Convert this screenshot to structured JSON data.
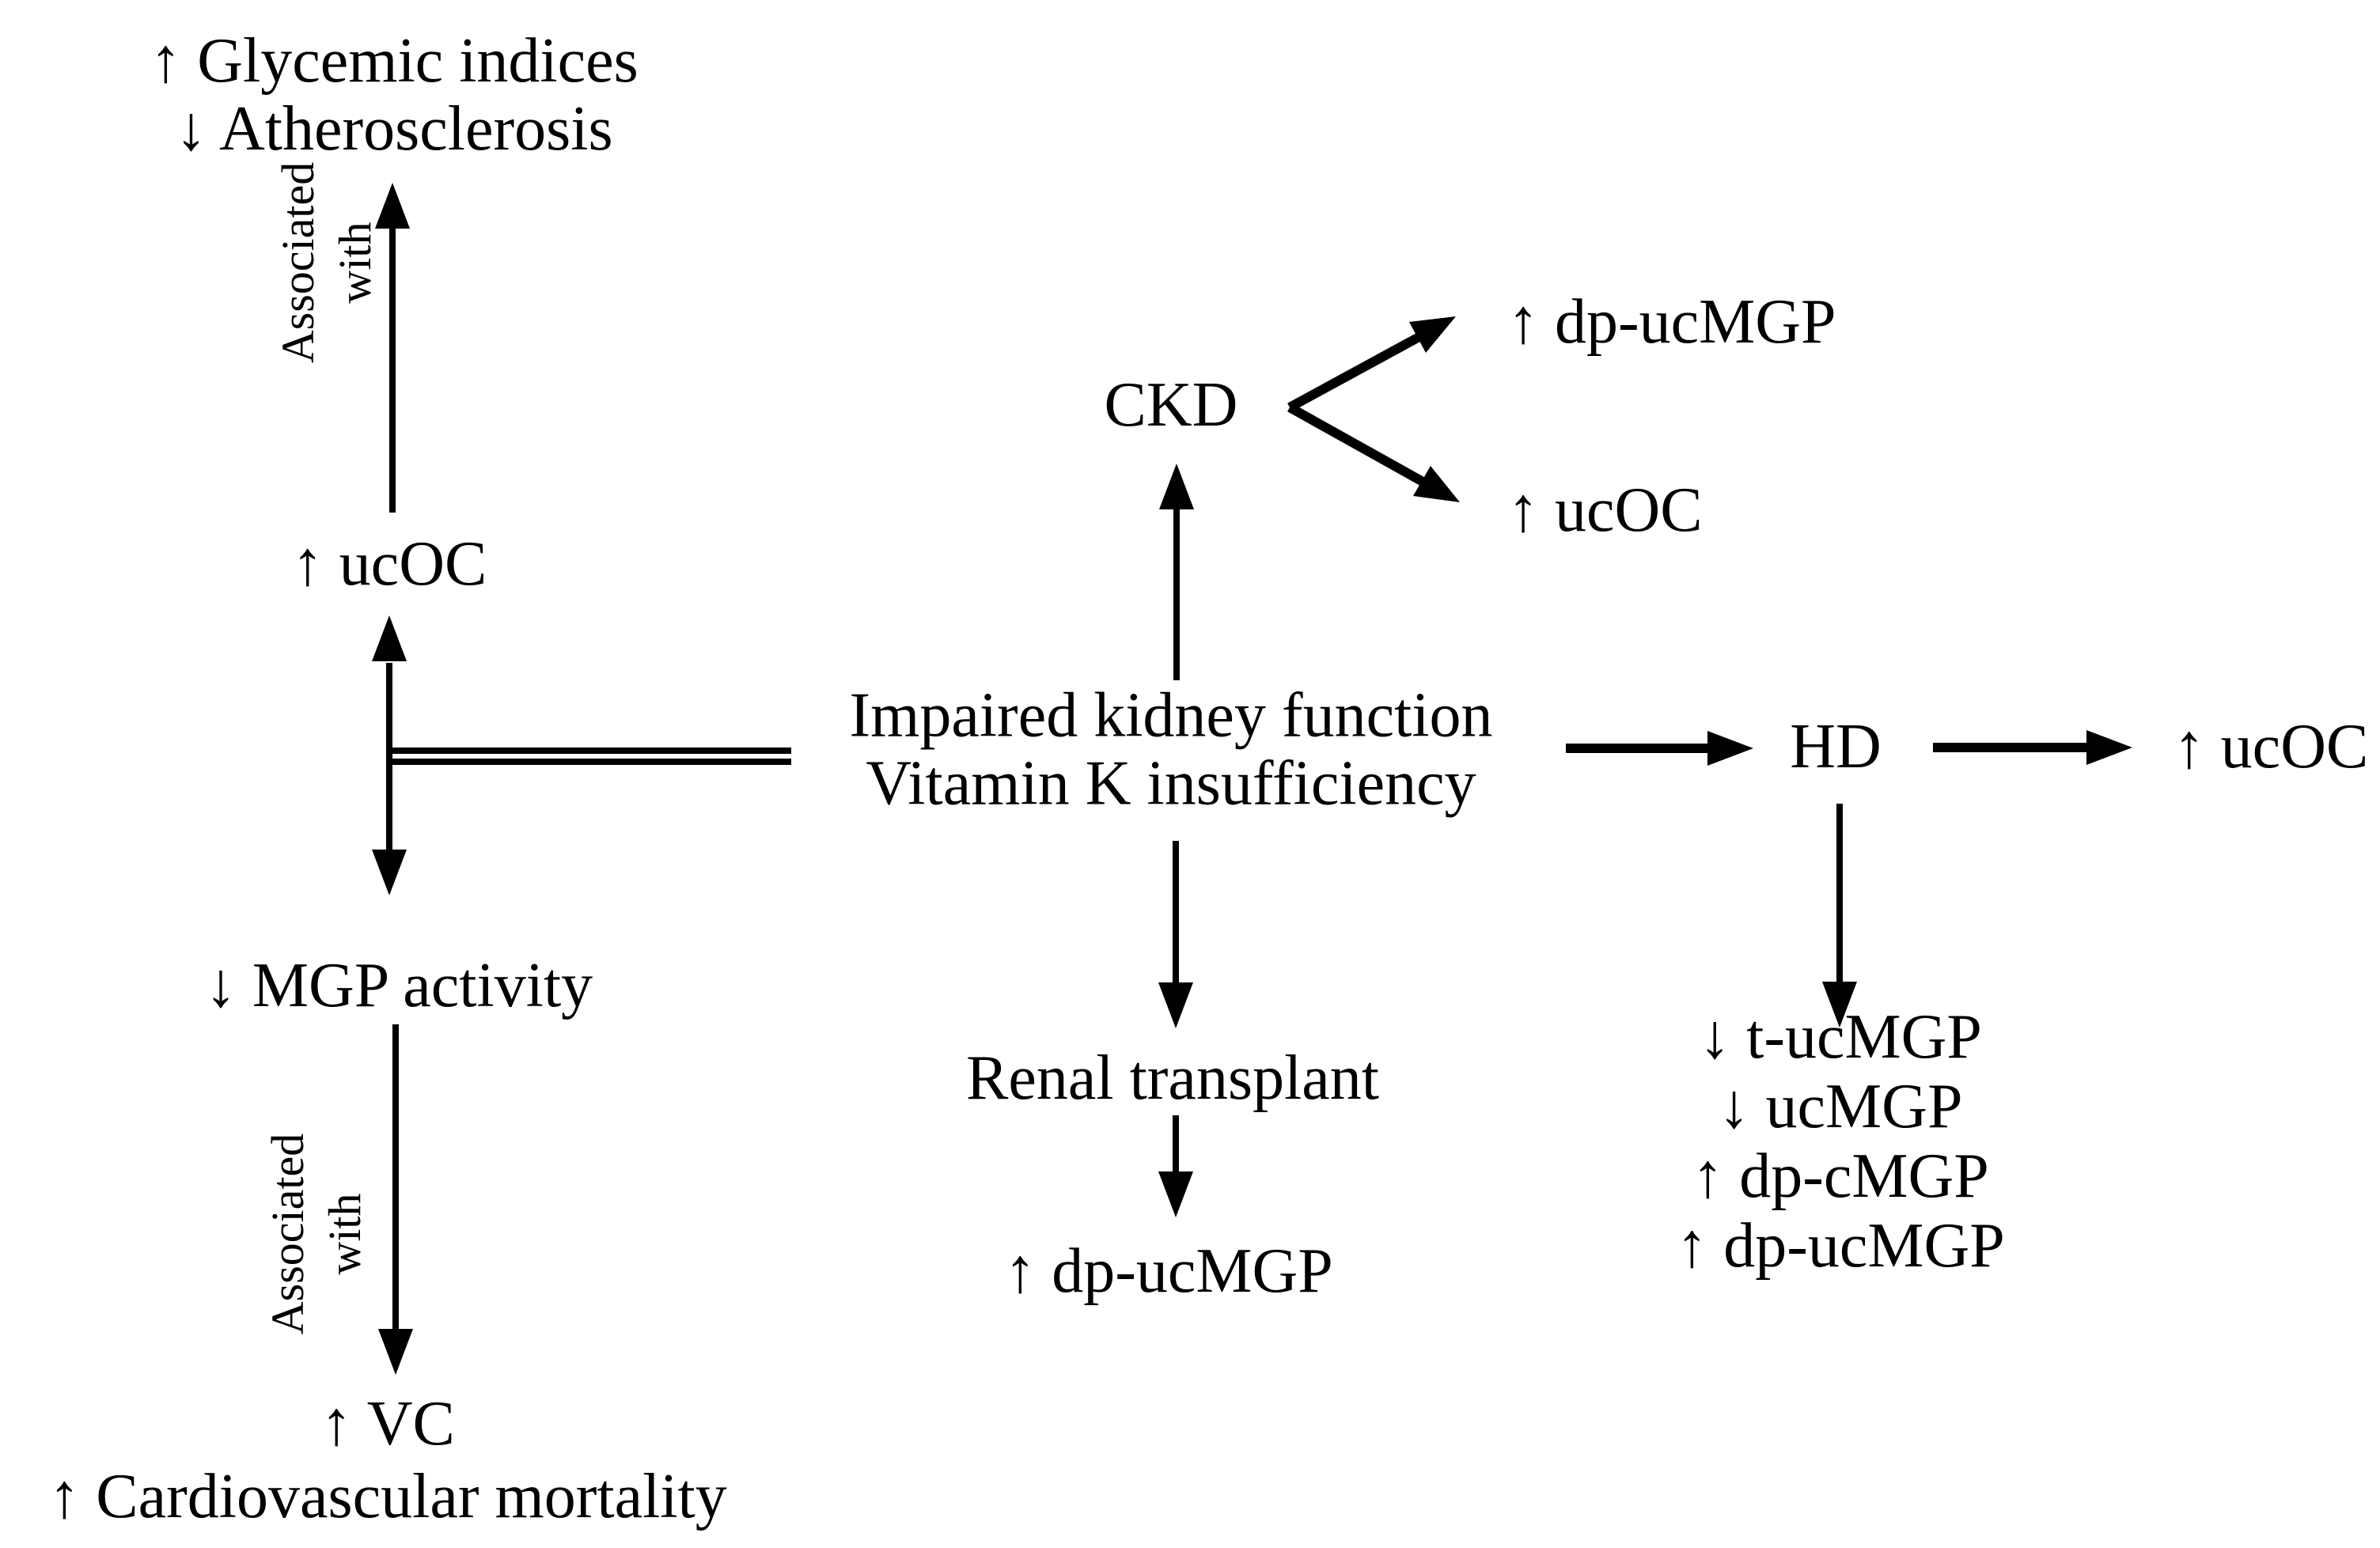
{
  "figure": {
    "description": "Flow diagram of vitamin K status biomarkers in kidney disease",
    "colors": {
      "background": "#ffffff",
      "line": "#000000",
      "text": "#000000"
    }
  },
  "labels": {
    "glycemic": "↑ Glycemic indices",
    "atherosclerosis": "↓ Atherosclerosis",
    "associated_line1": "Associated",
    "associated_line2": "with",
    "ucoc_left": "↑ ucOC",
    "mgp_activity": "↓ MGP activity",
    "vc": "↑ VC",
    "cv_mortality": "↑ Cardiovascular mortality",
    "ckd": "CKD",
    "ckd_dp_ucmgp": "↑ dp-ucMGP",
    "ckd_ucoc": "↑ ucOC",
    "impaired_line1": "Impaired kidney function",
    "impaired_line2": "Vitamin K insufficiency",
    "renal_transplant": "Renal transplant",
    "renal_dp_ucmgp": "↑ dp-ucMGP",
    "hd": "HD",
    "hd_ucoc": "↑ ucOC",
    "hd_effects": [
      "↓ t-ucMGP",
      "↓ ucMGP",
      "↑ dp-cMGP",
      "↑ dp-ucMGP"
    ]
  }
}
